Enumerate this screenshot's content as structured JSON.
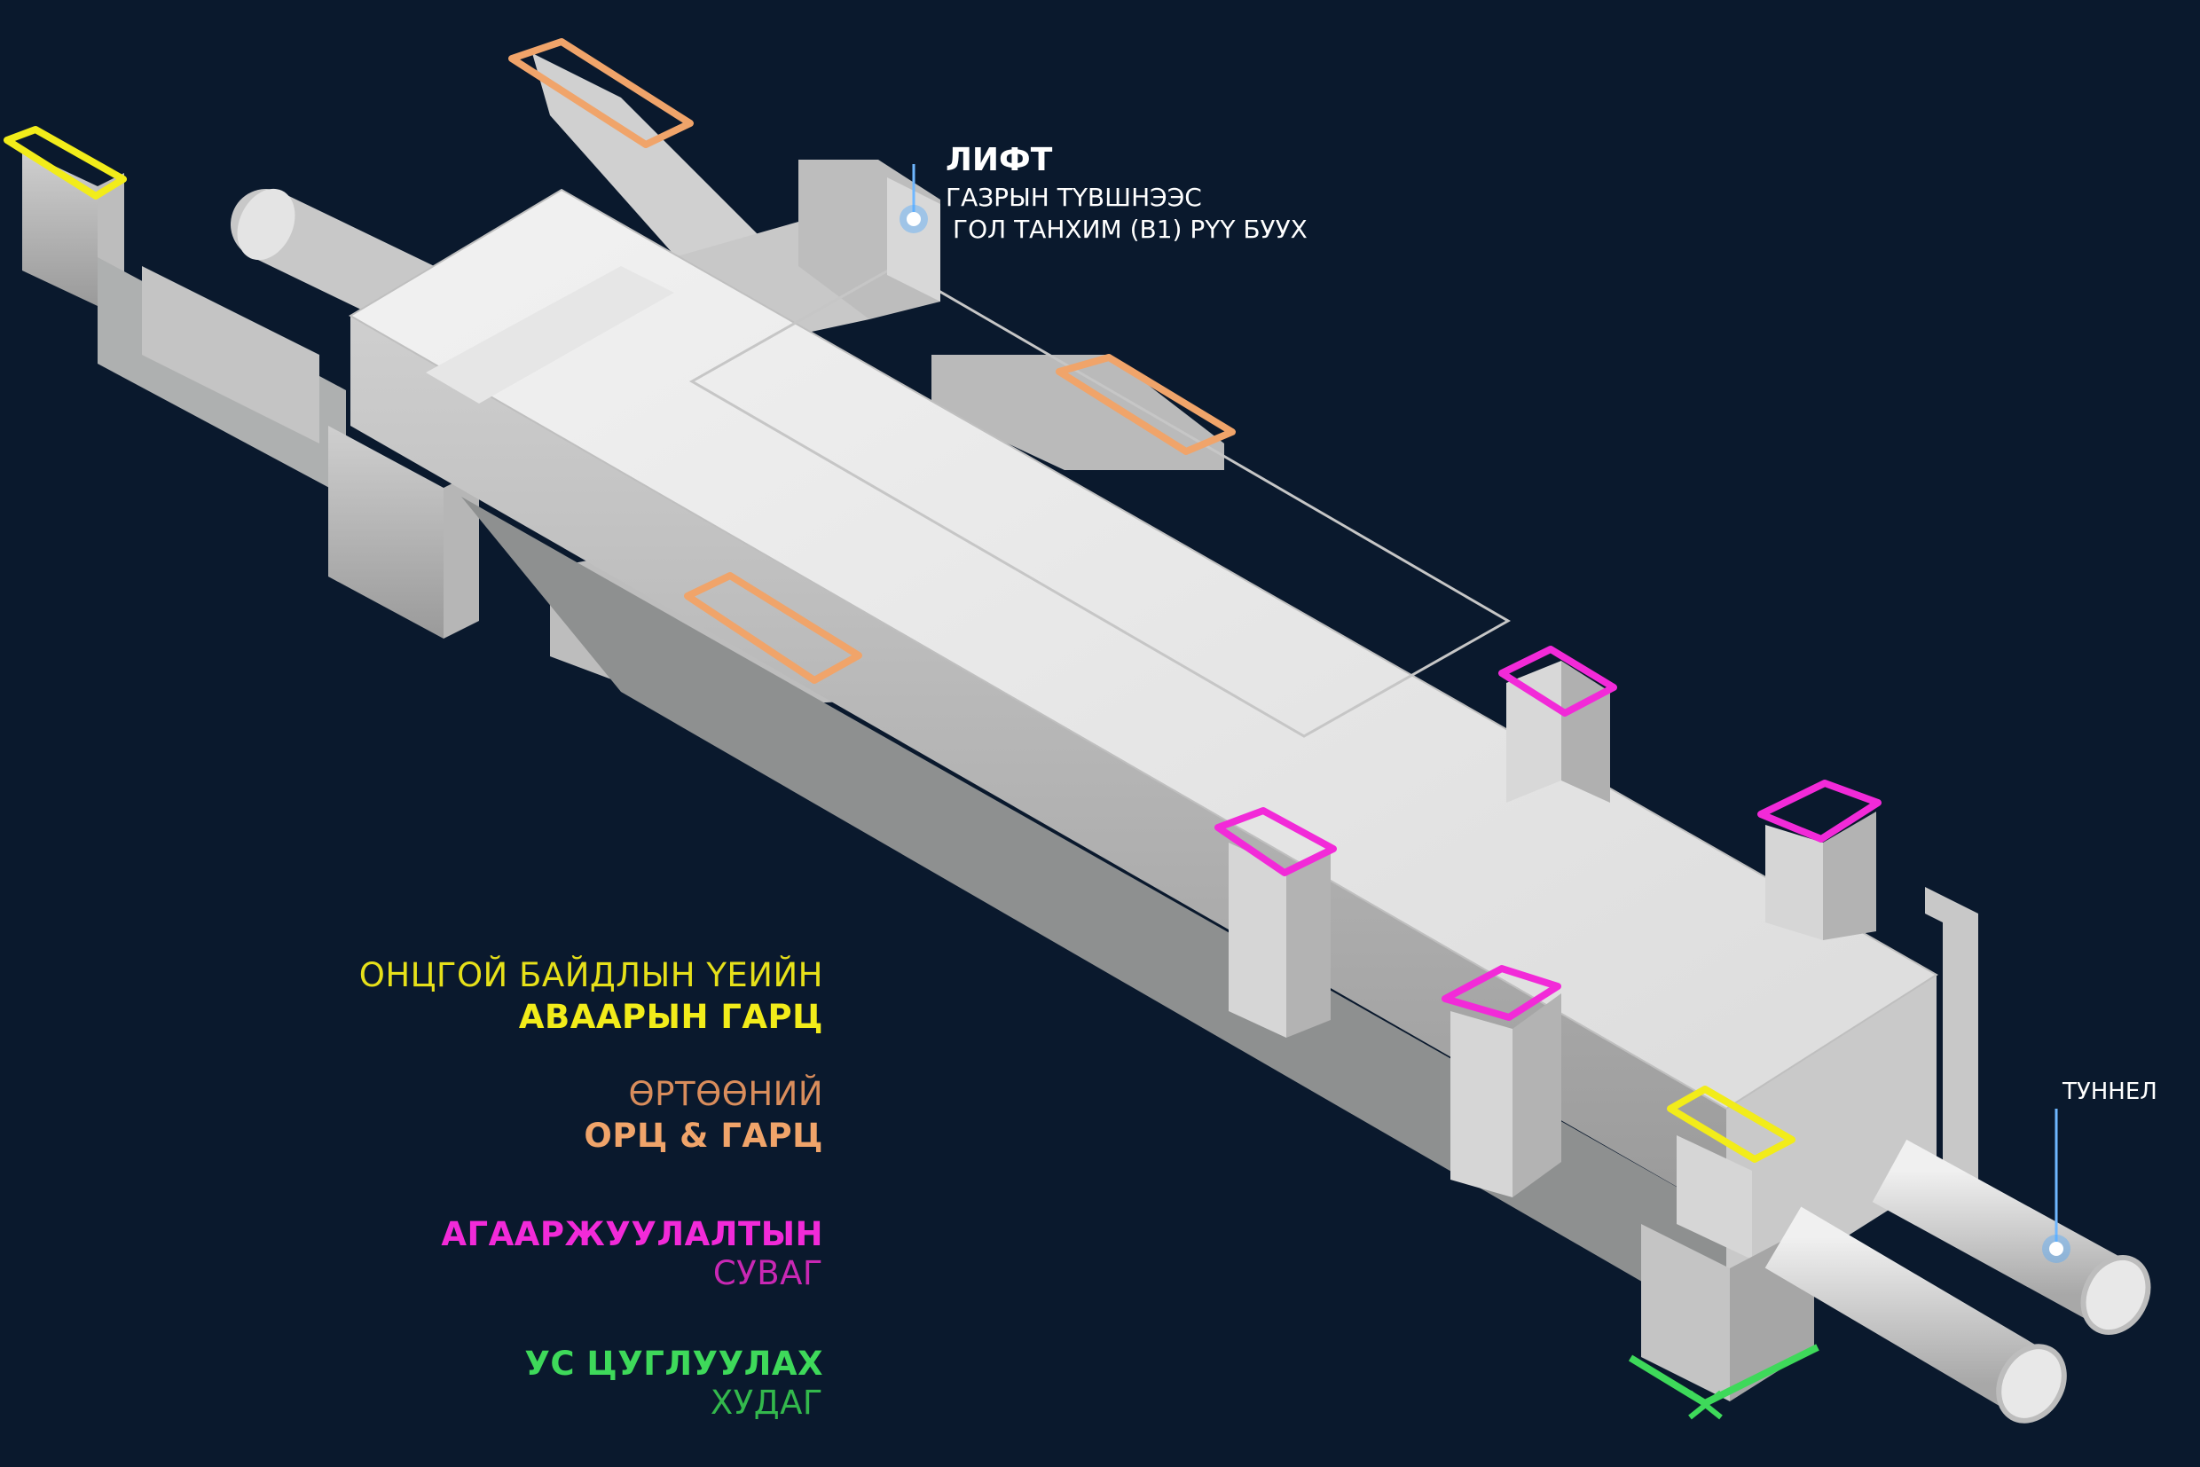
{
  "colors": {
    "background": "#0a192d",
    "emergency_exit": "#f2ec1a",
    "station_entrance": "#f0a46a",
    "ventilation": "#f22ad8",
    "water_collection": "#3ed95a",
    "callout": "#4aa8ff"
  },
  "callouts": {
    "lift": {
      "title": "ЛИФТ",
      "line1": "ГАЗРЫН ТҮВШНЭЭС",
      "line2": "ГОЛ ТАНХИМ (B1) РҮҮ БУУХ"
    },
    "tunnel": {
      "label": "ТУННЕЛ"
    }
  },
  "legend": [
    {
      "line1": "ОНЦГОЙ БАЙДЛЫН ҮЕИЙН",
      "line2": "АВААРЫН ГАРЦ",
      "color": "#f2ec1a"
    },
    {
      "line1": "ӨРТӨӨНИЙ",
      "line2": "ОРЦ & ГАРЦ",
      "color": "#f0a46a"
    },
    {
      "line1": "АГААРЖУУЛАЛТЫН",
      "line2": "СУВАГ",
      "color": "#f22ad8"
    },
    {
      "line1": "УС ЦУГЛУУЛАХ",
      "line2": "ХУДАГ",
      "color": "#3ed95a"
    }
  ]
}
